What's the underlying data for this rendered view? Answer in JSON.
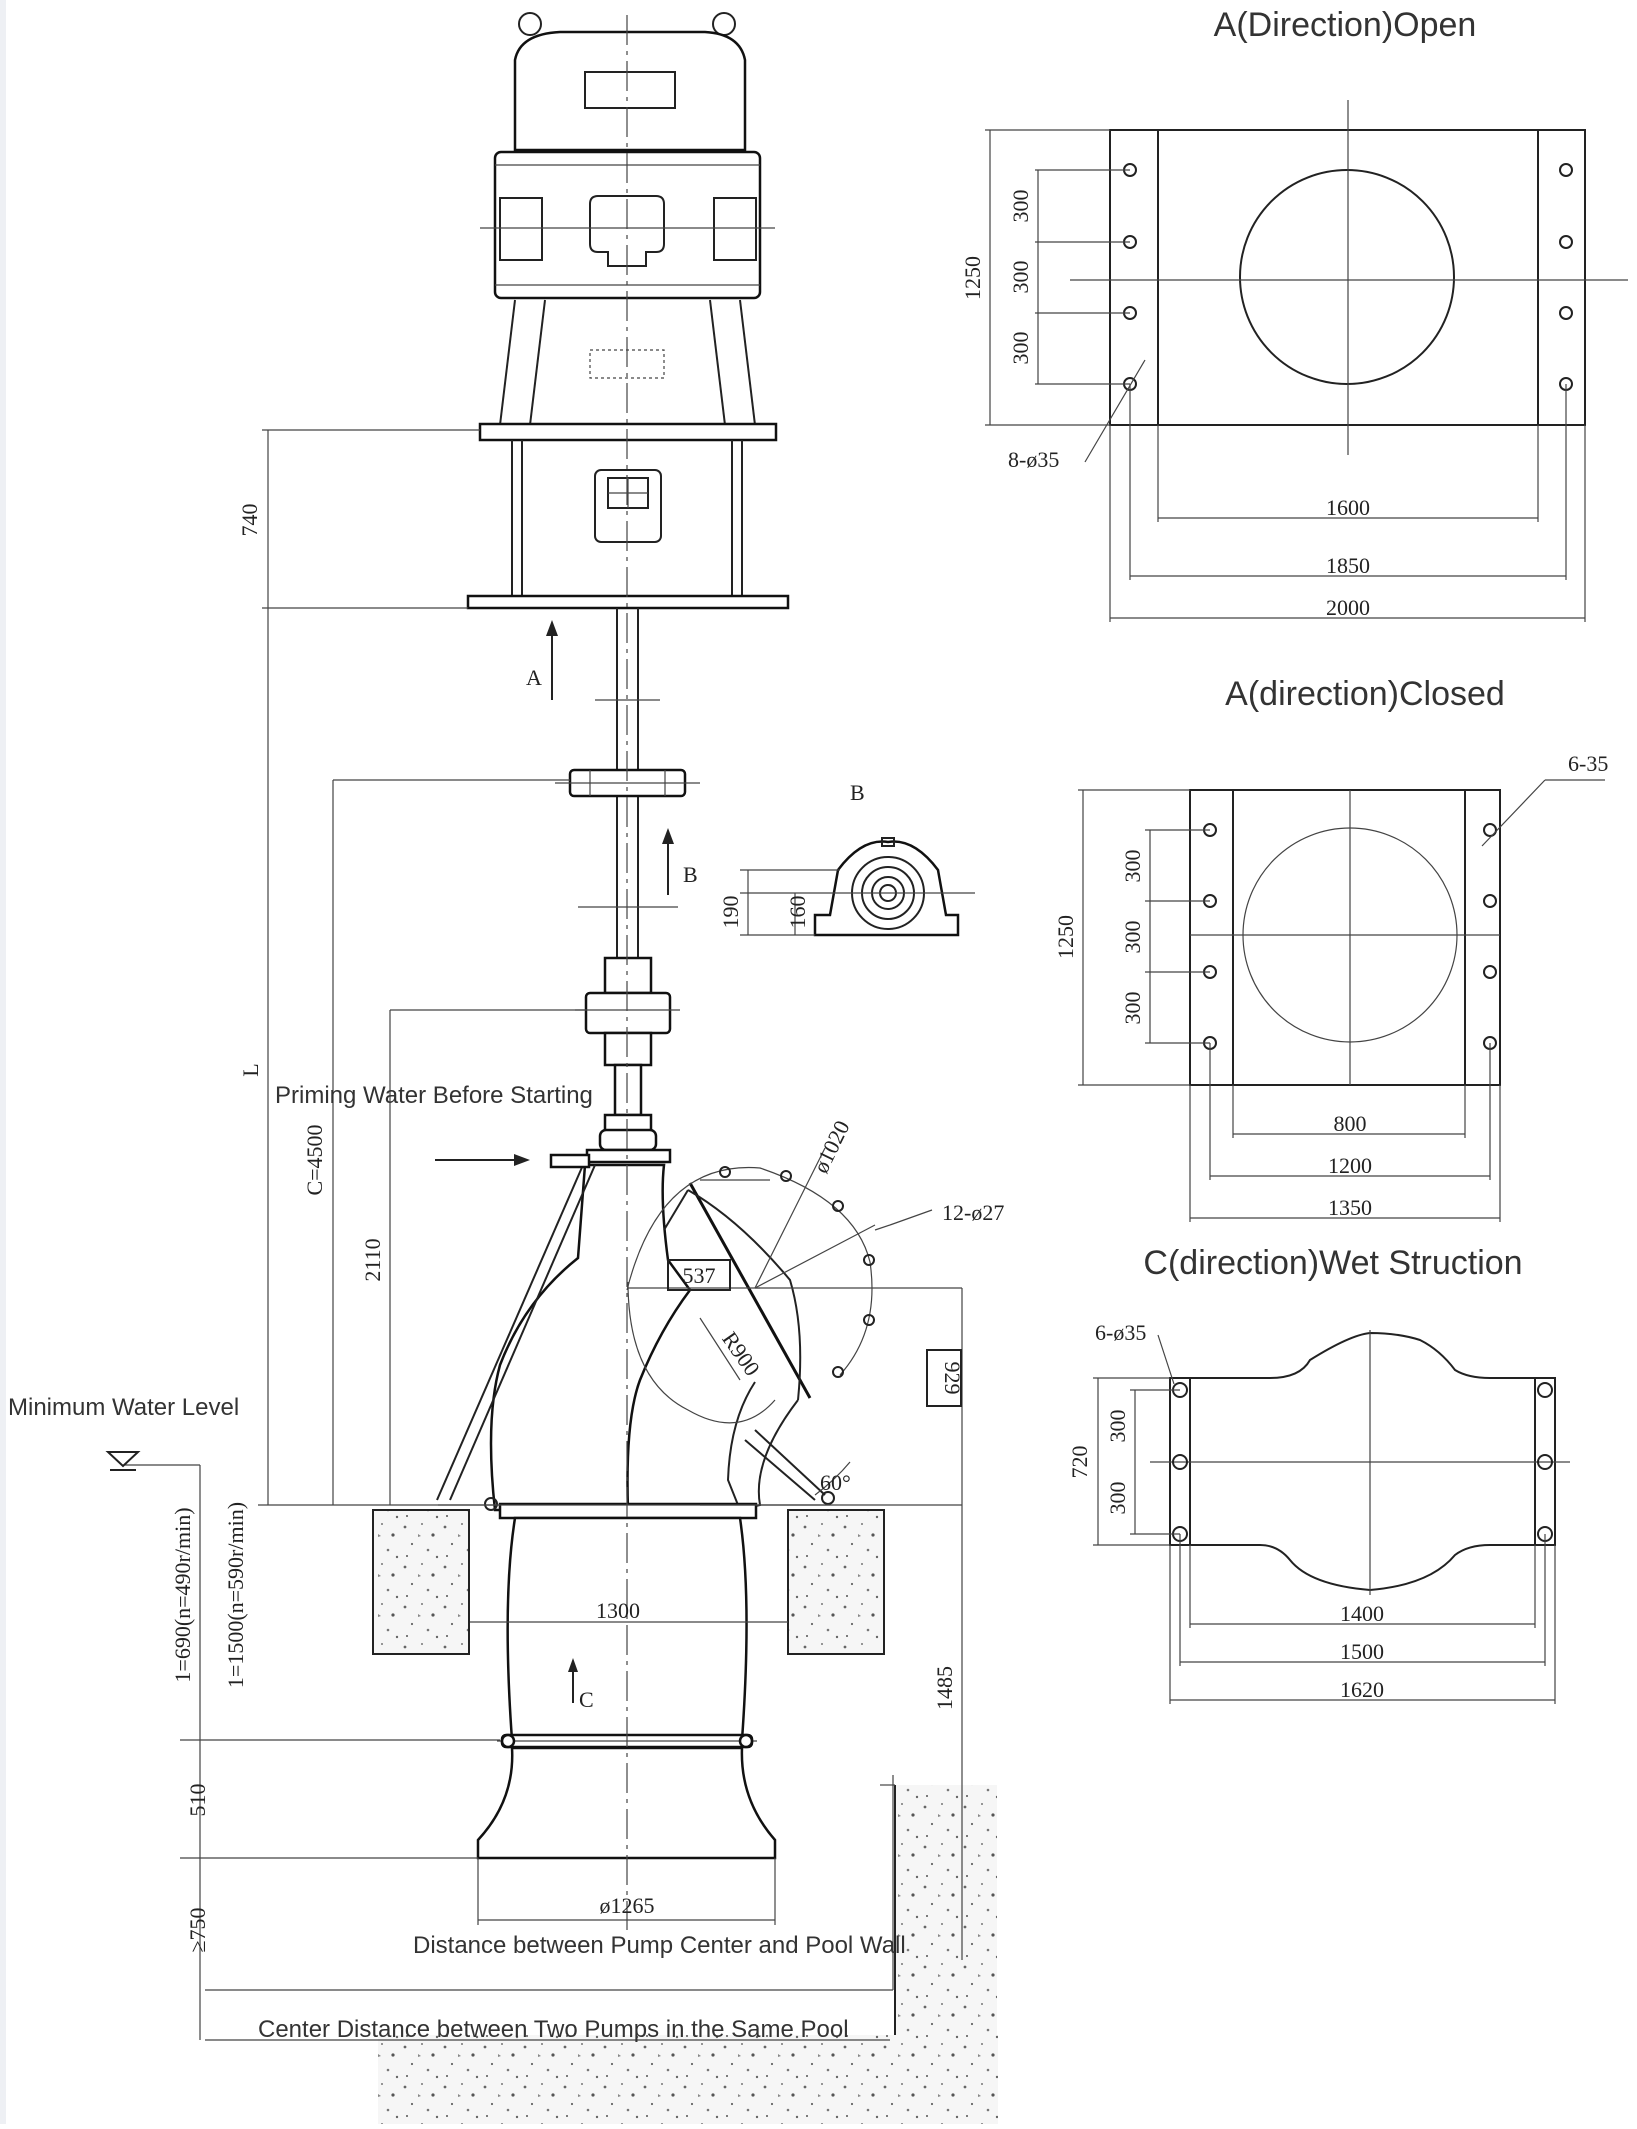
{
  "headers": {
    "a_open": "A(Direction)Open",
    "a_closed": "A(direction)Closed",
    "c_wet": "C(direction)Wet Struction"
  },
  "notes": {
    "priming": "Priming Water Before Starting",
    "min_level": "Minimum Water Level",
    "pool_wall": "Distance between Pump Center and Pool Wall",
    "two_pumps": "Center Distance between Two Pumps in the Same Pool"
  },
  "view_letters": {
    "a": "A",
    "b": "B",
    "c": "C",
    "b_detail": "B"
  },
  "main_dims": {
    "d740": "740",
    "L": "L",
    "c4500": "C=4500",
    "d2110": "2110",
    "d537": "537",
    "d929": "929",
    "d1020": "ø1020",
    "holes_12_27": "12-ø27",
    "r900": "R900",
    "a60": "60°",
    "d1300": "1300",
    "d1485": "1485",
    "d1265": "ø1265",
    "d510": "510",
    "d750": "≥750",
    "h490": "1=690(n=490r/min)",
    "h590": "1=1500(n=590r/min)",
    "d190": "190",
    "d160": "160"
  },
  "a_open_dims": {
    "h1250": "1250",
    "p1": "300",
    "p2": "300",
    "p3": "300",
    "holes": "8-ø35",
    "w1600": "1600",
    "w1850": "1850",
    "w2000": "2000"
  },
  "a_closed_dims": {
    "h1250": "1250",
    "p1": "300",
    "p2": "300",
    "p3": "300",
    "holes": "6-35",
    "w800": "800",
    "w1200": "1200",
    "w1350": "1350"
  },
  "c_wet_dims": {
    "h720": "720",
    "p1": "300",
    "p2": "300",
    "holes": "6-ø35",
    "w1400": "1400",
    "w1500": "1500",
    "w1620": "1620"
  }
}
